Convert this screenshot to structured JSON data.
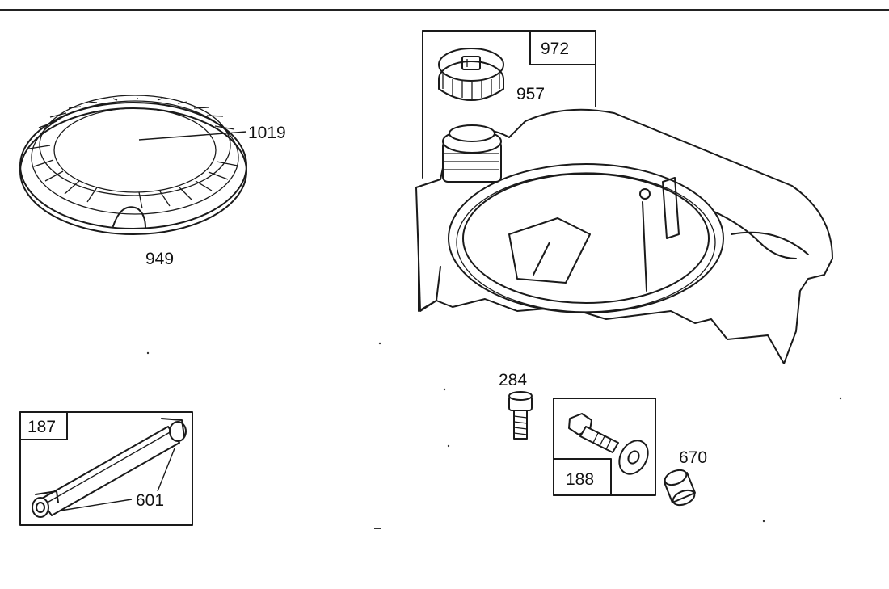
{
  "parts": {
    "shroud_grille": "1019",
    "rewind_cover": "949",
    "fuel_tank_kit": "972",
    "fuel_cap": "957",
    "screw_284": "284",
    "screw_kit": "188",
    "spacer": "670",
    "fuel_line_kit": "187",
    "clamp": "601"
  }
}
